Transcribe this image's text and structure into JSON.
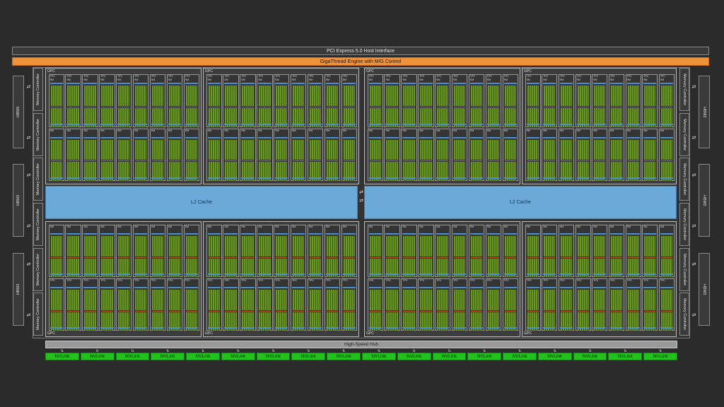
{
  "top": {
    "pcie_label": "PCI Express 5.0 Host Interface",
    "gigathread_label": "GigaThread Engine with MIG Control"
  },
  "gpc_label": "GPC",
  "tpc_label": "TPC",
  "sm_label": "SM",
  "l2_label": "L2 Cache",
  "memory_controller_label": "Memory Controller",
  "hbm_label": "HBM3",
  "hub_label": "High-Speed Hub",
  "nvlink_label": "NVLink",
  "nvlink_count": 18,
  "colors": {
    "background": "#2b2b2b",
    "gigathread": "#f0923a",
    "l2_cache": "#6aa9d8",
    "nvlink": "#21c21c",
    "sm_core": "#6a9a1a"
  },
  "icons": [
    "bidirectional-arrow-icon",
    "down-arrow-icon"
  ]
}
